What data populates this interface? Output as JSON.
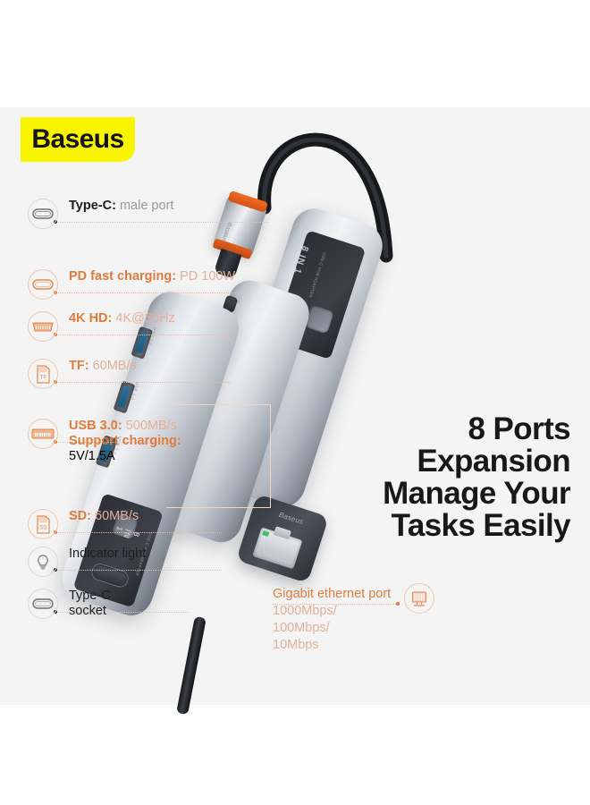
{
  "brand": {
    "name": "Baseus",
    "badge_color": "#f9f500",
    "text_color": "#141414"
  },
  "headline": {
    "line1": "8 Ports",
    "line2": "Expansion",
    "line3": "Manage Your",
    "line4": "Tasks Easily",
    "color": "#17181a"
  },
  "colors": {
    "background": "#ffffff",
    "panel": "#f4f4f4",
    "accent_orange": "#e07b3c",
    "accent_orange_light": "#e3b098",
    "dark_text": "#1d1d1f",
    "muted_text": "#9a9a9a"
  },
  "features": [
    {
      "icon": "type-c-icon",
      "label": "Type-C",
      "separator": ":",
      "value": "male port",
      "sub": "",
      "style": "dark"
    },
    {
      "icon": "type-c-pd-icon",
      "label": "PD fast charging",
      "separator": ":",
      "value": "PD 100W",
      "sub": "",
      "style": "orange"
    },
    {
      "icon": "hdmi-icon",
      "label": "4K HD",
      "separator": ":",
      "value": "4K@30Hz",
      "sub": "",
      "style": "orange"
    },
    {
      "icon": "tf-card-icon",
      "icon_text": "TF",
      "label": "TF",
      "separator": ":",
      "value": "60MB/s",
      "sub": "",
      "style": "orange"
    },
    {
      "icon": "usb-a-icon",
      "label": "USB 3.0",
      "separator": ":",
      "value": "500MB/s",
      "sub": "Support charging:",
      "sub2": "5V/1.5A",
      "style": "orange"
    },
    {
      "icon": "sd-card-icon",
      "icon_text": "SD",
      "label": "SD",
      "separator": ":",
      "value": "60MB/s",
      "sub": "",
      "style": "orange"
    },
    {
      "icon": "light-bulb-icon",
      "label": "",
      "separator": "",
      "value": "Indicator light",
      "sub": "",
      "style": "dark-plain"
    },
    {
      "icon": "type-c-socket-icon",
      "label": "",
      "separator": "",
      "value": "Type-C",
      "sub": "socket",
      "style": "dark-plain"
    }
  ],
  "ethernet": {
    "icon": "rj45-ethernet-icon",
    "title": "Gigabit ethernet port",
    "speed1": "1000Mbps/",
    "speed2": "100Mbps/",
    "speed3": "10Mbps"
  },
  "product": {
    "model_label_top": "8 IN 1",
    "model_label_bottom": "8 IN 1",
    "model_sub_top": "USB-C HUB ADAPTER",
    "model_sub_bottom": "USB-C HUB ADAPTER",
    "brand_mark_plug": "Baseus",
    "brand_mark_rj45": "Baseus",
    "usb_port_labels": [
      "USB 3.0",
      "USB 3.0",
      "USB 3.0"
    ],
    "card_slot_labels": [
      "SD",
      "TF"
    ]
  }
}
